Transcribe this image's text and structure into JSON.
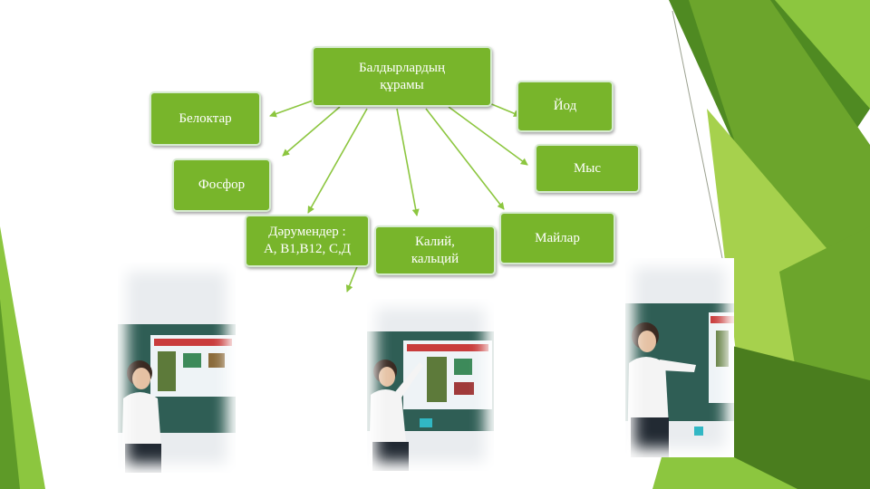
{
  "diagram": {
    "center": "Балдырлардың\nқұрамы",
    "nodes": [
      {
        "id": "belok",
        "label": "Белоктар"
      },
      {
        "id": "fosfor",
        "label": "Фосфор"
      },
      {
        "id": "vitamin",
        "label": "Дәрумендер :\nА, В1,В12, С,Д"
      },
      {
        "id": "kaliy",
        "label": "Калий,\nкальций"
      },
      {
        "id": "maylar",
        "label": "Майлар"
      },
      {
        "id": "mys",
        "label": "Мыс"
      },
      {
        "id": "yod",
        "label": "Йод"
      }
    ]
  },
  "colors": {
    "node_fill": "#78b52b",
    "node_border": "#d6ead0",
    "arrow": "#8cc63f",
    "accent_dark": "#4a7d1e",
    "accent_light": "#a6d14d"
  },
  "photos": [
    {
      "id": "photo-left"
    },
    {
      "id": "photo-middle"
    },
    {
      "id": "photo-right"
    }
  ]
}
